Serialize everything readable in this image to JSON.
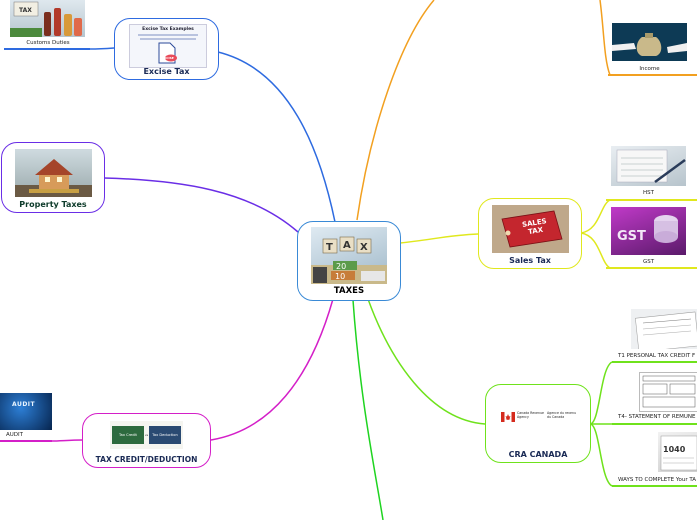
{
  "root": {
    "label": "TAXES",
    "image_text": "TAX"
  },
  "branches": {
    "excise": {
      "label": "Excise Tax",
      "image_title": "Excise Tax Examples",
      "image_caption": "EXCISE",
      "color": "#2e6be0"
    },
    "property": {
      "label": "Property Taxes",
      "color": "#6a2ee6"
    },
    "tax_credit": {
      "label": "TAX CREDIT/DEDUCTION",
      "image_left": "Tax Credit",
      "image_vs": "vs",
      "image_right": "Tax Deduction",
      "color": "#d41fc8"
    },
    "sales": {
      "label": "Sales Tax",
      "image_text": "SALES TAX",
      "color": "#e0e81e"
    },
    "cra": {
      "label": "CRA CANADA",
      "image_text_en": "Canada Revenue Agency",
      "image_text_fr": "Agence du revenu du Canada",
      "color": "#6fe21c"
    },
    "income_branch": {
      "color": "#f2a020"
    },
    "bottom_branch": {
      "color": "#1fd420"
    }
  },
  "leaves": {
    "customs": {
      "label": "Customs Duties",
      "image_text": "TAX"
    },
    "audit": {
      "label": "AUDIT",
      "image_text": "AUDIT"
    },
    "income": {
      "label": "Income"
    },
    "hst": {
      "label": "HST"
    },
    "gst": {
      "label": "GST",
      "image_text": "GST"
    },
    "t1": {
      "label": "T1 PERSONAL TAX CREDIT F"
    },
    "t4": {
      "label": "T4- STATEMENT OF REMUNE"
    },
    "ways": {
      "label": "WAYS TO COMPLETE Your TA"
    }
  }
}
